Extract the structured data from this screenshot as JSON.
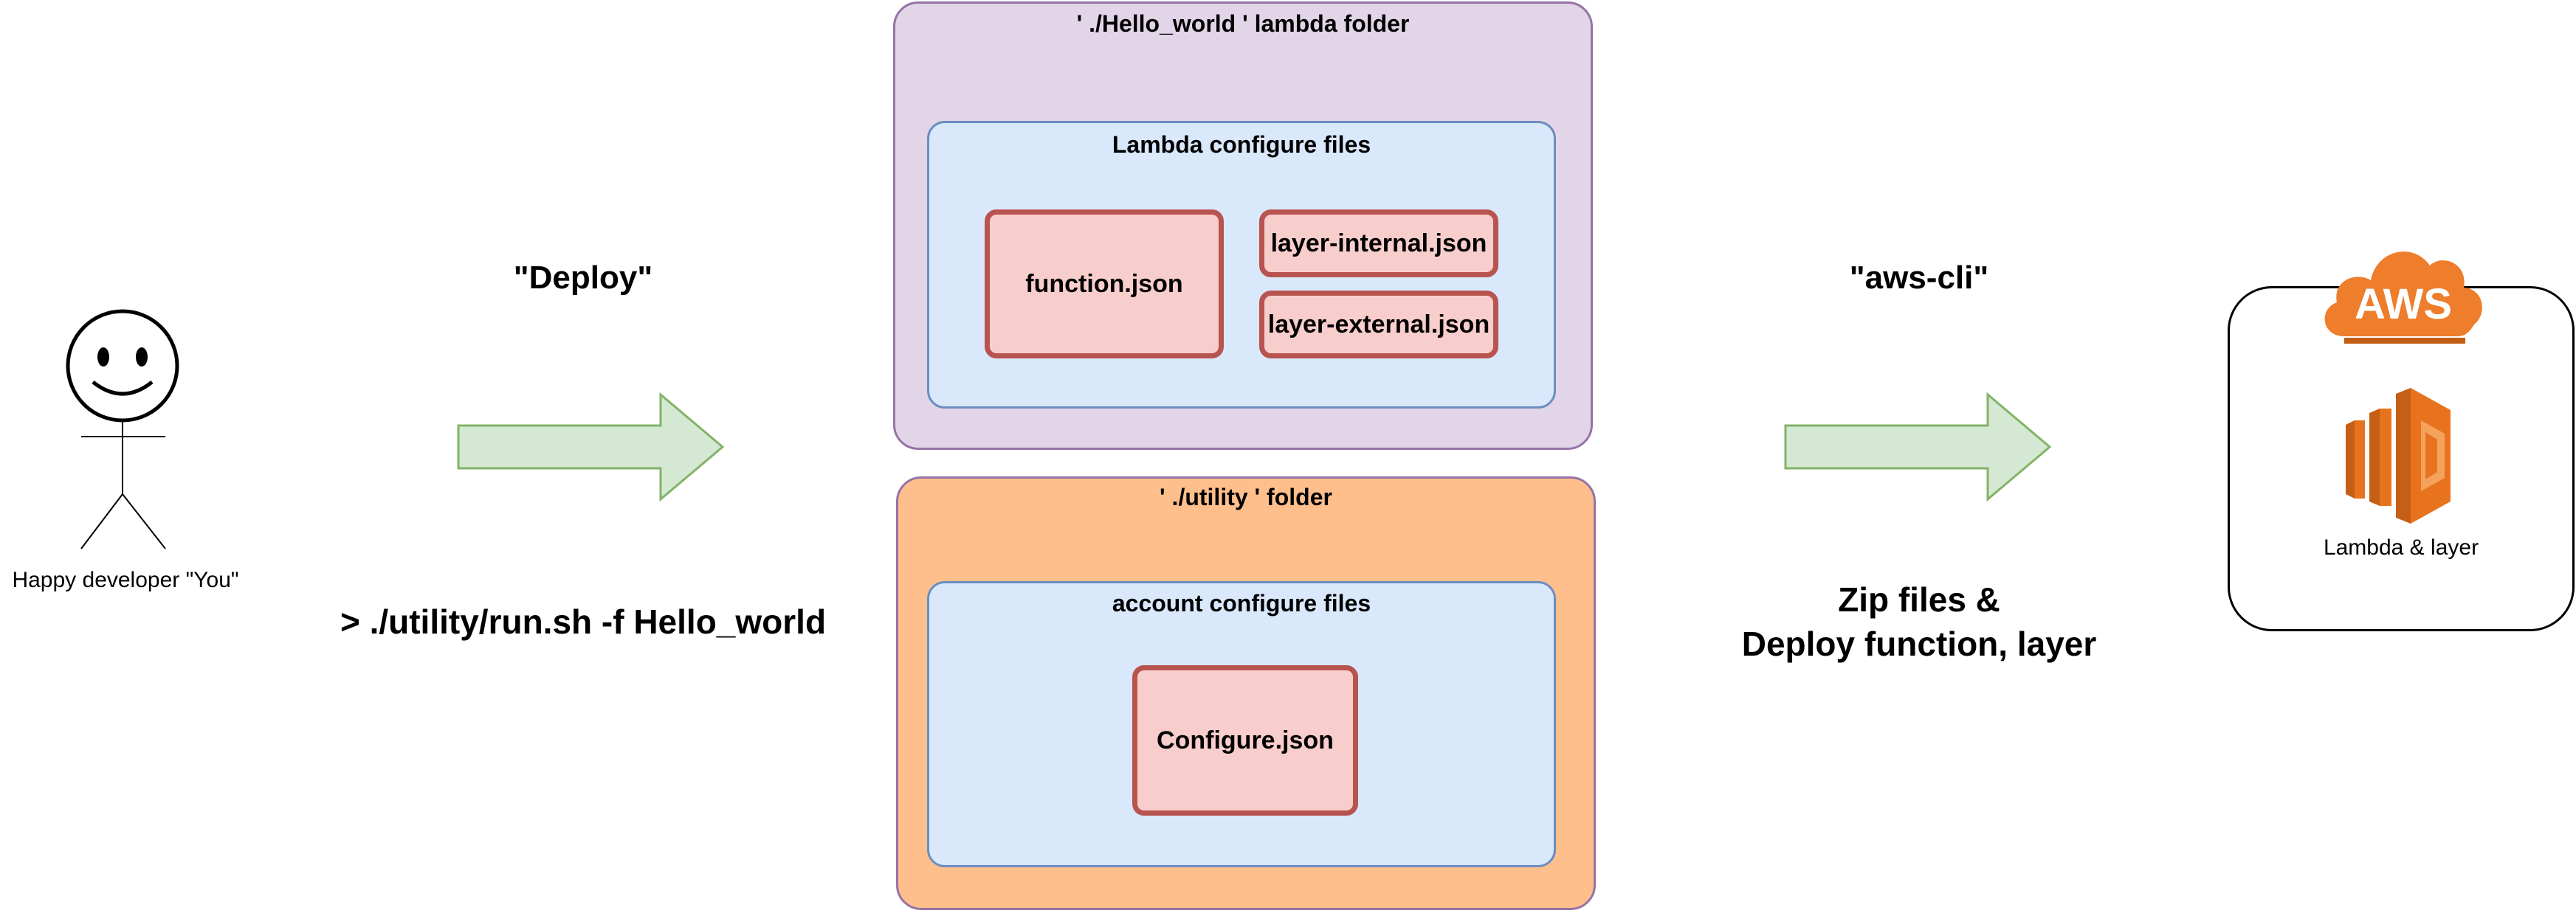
{
  "developer": {
    "label": "Happy developer \"You\""
  },
  "step1": {
    "label": "\"Deploy\"",
    "command": "> ./utility/run.sh -f Hello_world"
  },
  "lambda_folder": {
    "title": "' ./Hello_world ' lambda folder",
    "inner_title": "Lambda configure files",
    "files": [
      "function.json",
      "layer-internal.json",
      "layer-external.json"
    ]
  },
  "utility_folder": {
    "title": "' ./utility ' folder",
    "inner_title": "account configure files",
    "files": [
      "Configure.json"
    ]
  },
  "step2": {
    "label": "\"aws-cli\"",
    "description_line1": "Zip files &",
    "description_line2": "Deploy function, layer"
  },
  "aws": {
    "logo_text": "AWS",
    "service_label": "Lambda & layer",
    "logo_color": "#ee7d2c",
    "service_color": "#e8731e"
  },
  "colors": {
    "arrow_fill": "#d5e8d4",
    "arrow_stroke": "#82b366"
  }
}
